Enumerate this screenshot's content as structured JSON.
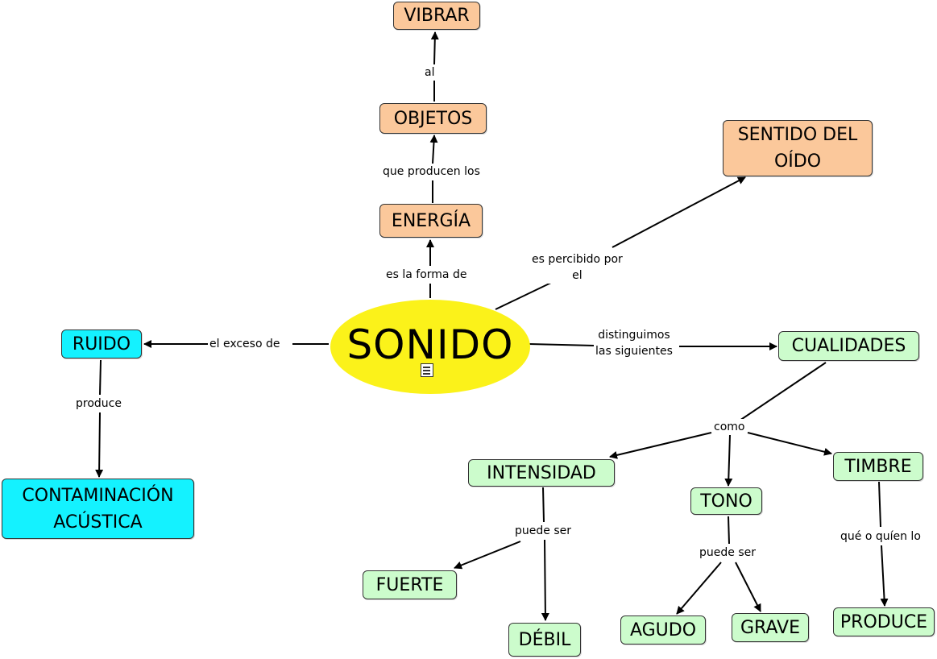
{
  "concept_map": {
    "center": {
      "label": "SONIDO"
    },
    "nodes": {
      "vibrar": "VIBRAR",
      "objetos": "OBJETOS",
      "energia": "ENERGÍA",
      "sentido": "SENTIDO DEL\nOÍDO",
      "ruido": "RUIDO",
      "contaminacion": "CONTAMINACIÓN\nACÚSTICA",
      "cualidades": "CUALIDADES",
      "intensidad": "INTENSIDAD",
      "tono": "TONO",
      "timbre": "TIMBRE",
      "fuerte": "FUERTE",
      "debil": "DÉBIL",
      "agudo": "AGUDO",
      "grave": "GRAVE",
      "produce": "PRODUCE"
    },
    "links": {
      "al": "al",
      "que_producen": "que producen los",
      "es_forma": "es la forma de",
      "percibido": "es percibido por\nel",
      "exceso": "el exceso de",
      "produce": "produce",
      "distinguimos": "distinguimos\nlas siguientes",
      "como": "como",
      "puede_ser_1": "puede ser",
      "puede_ser_2": "puede ser",
      "quien": "qué o quíen lo"
    },
    "colors": {
      "orange": "#fbc89b",
      "green": "#ccfccc",
      "cyan": "#14f2ff",
      "center": "#fbf21a"
    }
  }
}
